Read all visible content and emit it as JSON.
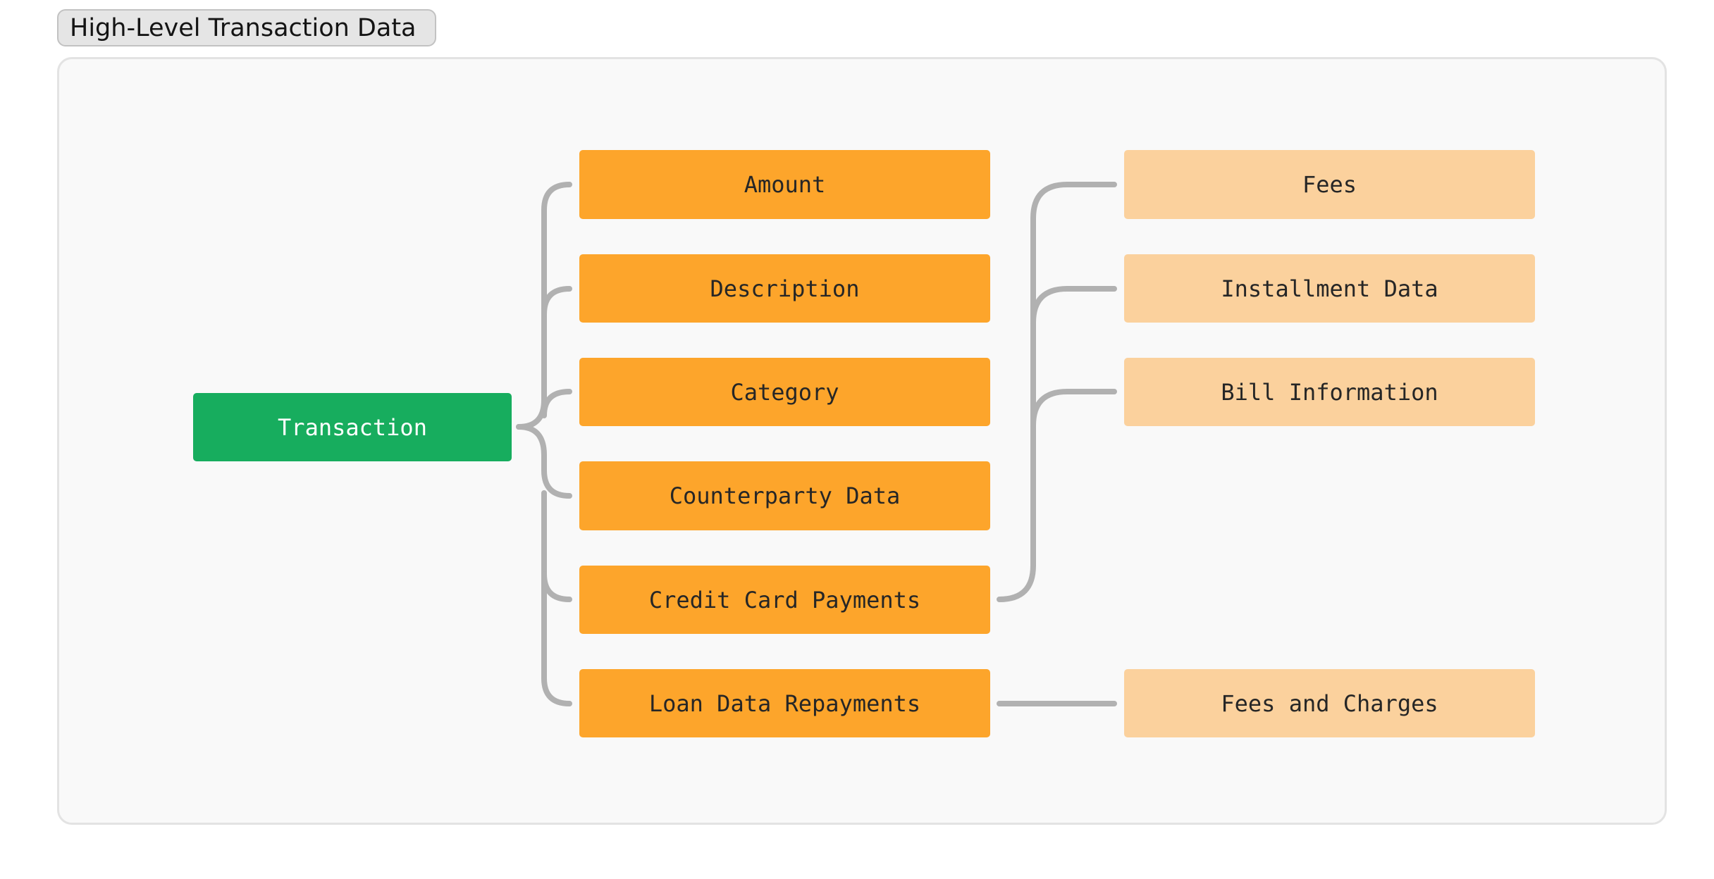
{
  "title": "High-Level Transaction Data",
  "colors": {
    "root": "#17ad5e",
    "level1": "#fda52b",
    "level2": "#fbd19d",
    "connector": "#b1b1b1",
    "panel": "#f9f9f9"
  },
  "root": {
    "label": "Transaction"
  },
  "level1": [
    {
      "label": "Amount"
    },
    {
      "label": "Description"
    },
    {
      "label": "Category"
    },
    {
      "label": "Counterparty Data"
    },
    {
      "label": "Credit Card Payments"
    },
    {
      "label": "Loan Data Repayments"
    }
  ],
  "level2": {
    "credit_card": [
      {
        "label": "Fees"
      },
      {
        "label": "Installment Data"
      },
      {
        "label": "Bill Information"
      }
    ],
    "loan": [
      {
        "label": "Fees and Charges"
      }
    ]
  }
}
